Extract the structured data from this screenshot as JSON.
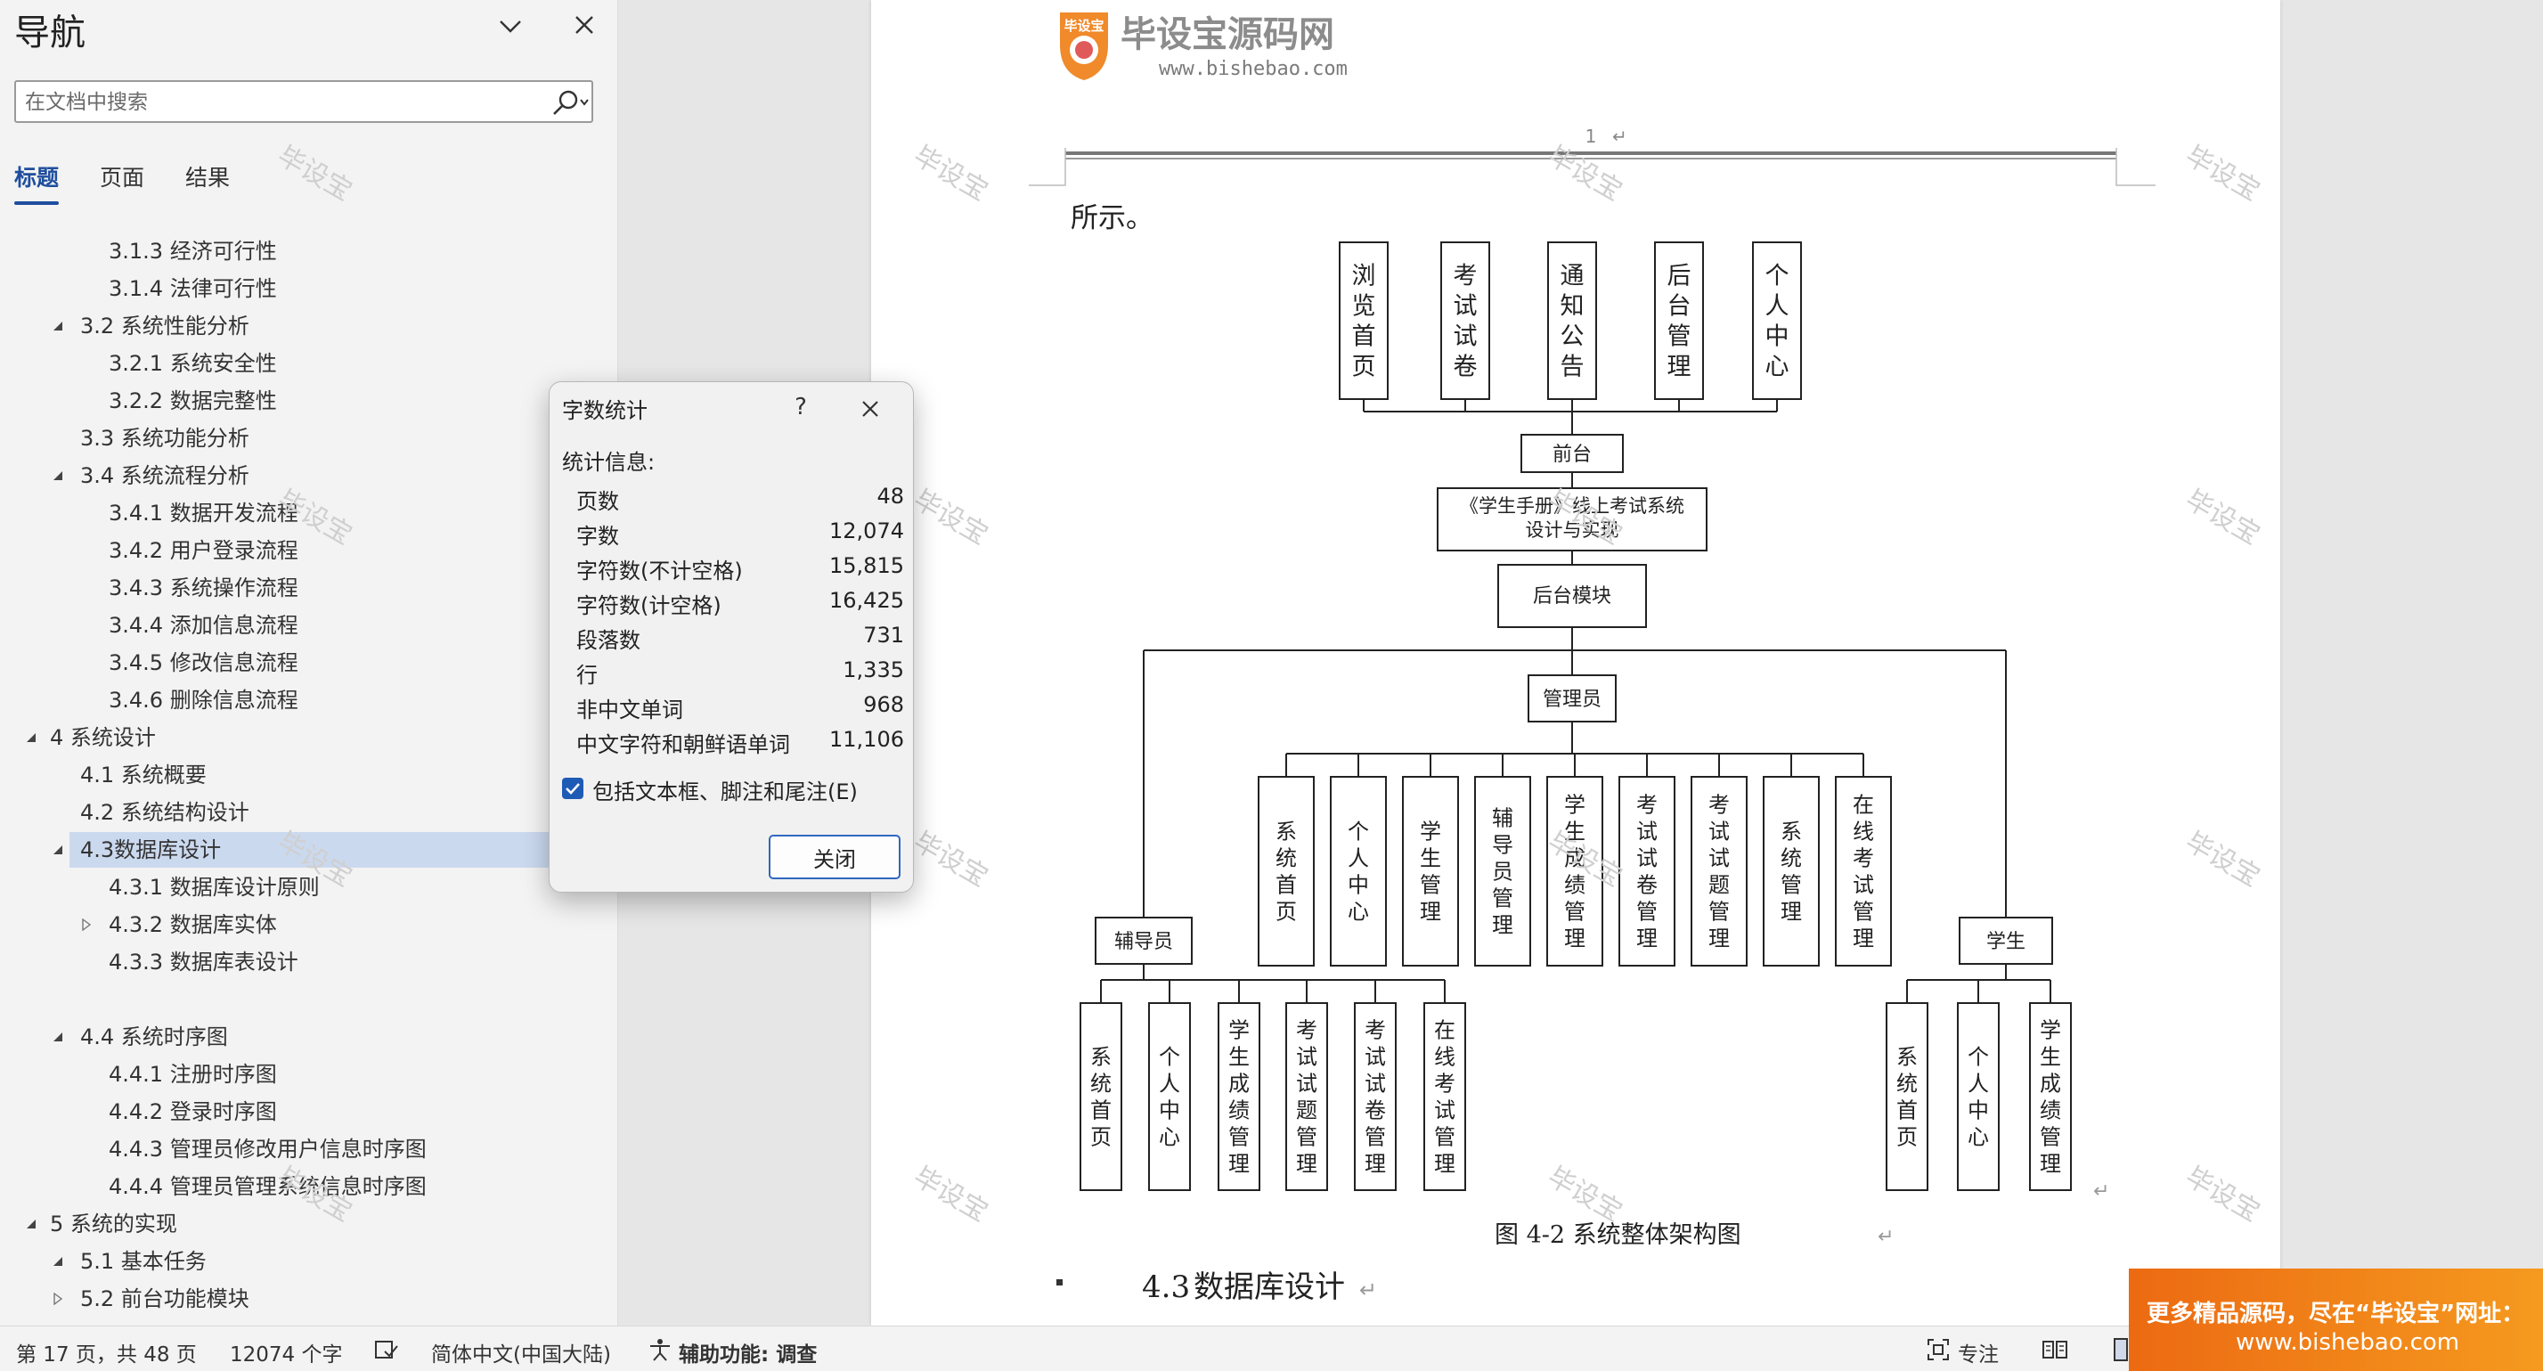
{
  "nav": {
    "title": "导航",
    "search_placeholder": "在文档中搜索",
    "tabs": [
      "标题",
      "页面",
      "结果"
    ],
    "tree": [
      {
        "label": "3.1.3 经济可行性",
        "level": 3
      },
      {
        "label": "3.1.4 法律可行性",
        "level": 3
      },
      {
        "label": "3.2 系统性能分析",
        "level": 2,
        "expanded": true
      },
      {
        "label": "3.2.1 系统安全性",
        "level": 3
      },
      {
        "label": "3.2.2 数据完整性",
        "level": 3
      },
      {
        "label": "3.3 系统功能分析",
        "level": 2
      },
      {
        "label": "3.4 系统流程分析",
        "level": 2,
        "expanded": true
      },
      {
        "label": "3.4.1 数据开发流程",
        "level": 3
      },
      {
        "label": "3.4.2 用户登录流程",
        "level": 3
      },
      {
        "label": "3.4.3 系统操作流程",
        "level": 3
      },
      {
        "label": "3.4.4 添加信息流程",
        "level": 3
      },
      {
        "label": "3.4.5 修改信息流程",
        "level": 3
      },
      {
        "label": "3.4.6 删除信息流程",
        "level": 3
      },
      {
        "label": "4 系统设计",
        "level": 1,
        "expanded": true
      },
      {
        "label": "4.1 系统概要",
        "level": 2
      },
      {
        "label": "4.2 系统结构设计",
        "level": 2
      },
      {
        "label": "4.3数据库设计",
        "level": 2,
        "expanded": true,
        "selected": true
      },
      {
        "label": "4.3.1 数据库设计原则",
        "level": 3
      },
      {
        "label": "4.3.2 数据库实体",
        "level": 3,
        "collapsed": true
      },
      {
        "label": "4.3.3 数据库表设计",
        "level": 3
      },
      {
        "label": "",
        "level": 3
      },
      {
        "label": "4.4 系统时序图",
        "level": 2,
        "expanded": true
      },
      {
        "label": "4.4.1 注册时序图",
        "level": 3
      },
      {
        "label": "4.4.2 登录时序图",
        "level": 3
      },
      {
        "label": "4.4.3 管理员修改用户信息时序图",
        "level": 3
      },
      {
        "label": "4.4.4 管理员管理系统信息时序图",
        "level": 3
      },
      {
        "label": "5 系统的实现",
        "level": 1,
        "expanded": true
      },
      {
        "label": "5.1 基本任务",
        "level": 2,
        "expanded": true
      },
      {
        "label": "5.2 前台功能模块",
        "level": 2,
        "collapsed": true
      }
    ]
  },
  "dialog": {
    "title": "字数统计",
    "help": "?",
    "section": "统计信息:",
    "stats": [
      {
        "label": "页数",
        "value": "48"
      },
      {
        "label": "字数",
        "value": "12,074"
      },
      {
        "label": "字符数(不计空格)",
        "value": "15,815"
      },
      {
        "label": "字符数(计空格)",
        "value": "16,425"
      },
      {
        "label": "段落数",
        "value": "731"
      },
      {
        "label": "行",
        "value": "1,335"
      },
      {
        "label": "非中文单词",
        "value": "968"
      },
      {
        "label": "中文字符和朝鲜语单词",
        "value": "11,106"
      }
    ],
    "checkbox_label": "包括文本框、脚注和尾注(E)",
    "checkbox_checked": true,
    "close_label": "关闭"
  },
  "document": {
    "logo_badge": "毕设宝",
    "logo_title": "毕设宝源码网",
    "logo_url": "www.bishebao.com",
    "page_number": "1",
    "intro_text": "所示。",
    "caption": "图 4-2  系统整体架构图",
    "heading_number": "4.3",
    "heading_text": "数据库设计",
    "diagram": {
      "front_items": [
        "浏览首页",
        "考试试卷",
        "通知公告",
        "后台管理",
        "个人中心"
      ],
      "front_label": "前台",
      "system_title_line1": "《学生手册》线上考试系统",
      "system_title_line2": "设计与实现",
      "backend_label": "后台模块",
      "admin_label": "管理员",
      "admin_items": [
        "系统首页",
        "个人中心",
        "学生管理",
        "辅导员管理",
        "学生成绩管理",
        "考试试卷管理",
        "考试试题管理",
        "系统管理",
        "在线考试管理"
      ],
      "counselor_label": "辅导员",
      "counselor_items": [
        "系统首页",
        "个人中心",
        "学生成绩管理",
        "考试试题管理",
        "考试试卷管理",
        "在线考试管理"
      ],
      "student_label": "学生",
      "student_items": [
        "系统首页",
        "个人中心",
        "学生成绩管理"
      ]
    }
  },
  "watermark": "毕设宝",
  "status": {
    "page_info": "第 17 页，共 48 页",
    "word_count": "12074 个字",
    "language": "简体中文(中国大陆)",
    "accessibility": "辅助功能: 调查",
    "focus": "专注"
  },
  "ad": {
    "line1": "更多精品源码，尽在“毕设宝”网址：",
    "line2": "www.bishebao.com"
  },
  "colors": {
    "accent": "#1f4e9e",
    "selection": "#cbd9ef",
    "ad_orange": "#ec6a12"
  }
}
